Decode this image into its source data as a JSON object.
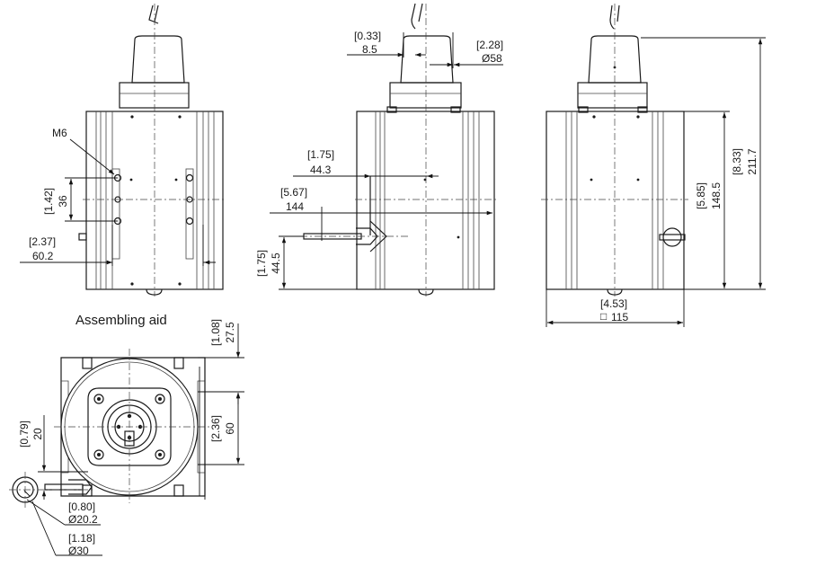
{
  "title": "Assembling aid",
  "colors": {
    "line": "#1a1a1a",
    "background": "#ffffff"
  },
  "thread_label": "M6",
  "symbols": {
    "diameter": "Ø",
    "square": "□"
  },
  "dims": {
    "front_a_in": "[1.42]",
    "front_a_mm": "36",
    "front_b_in": "[2.37]",
    "front_b_mm": "60.2",
    "side_top_in": "[0.33]",
    "side_top_mm": "8.5",
    "side_dia_in": "[2.28]",
    "side_dia_mm": "Ø58",
    "side_a_in": "[1.75]",
    "side_a_mm": "44.3",
    "side_b_in": "[5.67]",
    "side_b_mm": "144",
    "side_c_in": "[1.75]",
    "side_c_mm": "44.5",
    "right_h1_in": "[8.33]",
    "right_h1_mm": "211.7",
    "right_h2_in": "[5.85]",
    "right_h2_mm": "148.5",
    "right_w_in": "[4.53]",
    "right_w_mm": "115",
    "bot_a_in": "[1.08]",
    "bot_a_mm": "27.5",
    "bot_b_in": "[2.36]",
    "bot_b_mm": "60",
    "bot_c_in": "[0.79]",
    "bot_c_mm": "20",
    "bot_d_in": "[0.80]",
    "bot_d_mm": "Ø20.2",
    "bot_e_in": "[1.18]",
    "bot_e_mm": "Ø30"
  }
}
